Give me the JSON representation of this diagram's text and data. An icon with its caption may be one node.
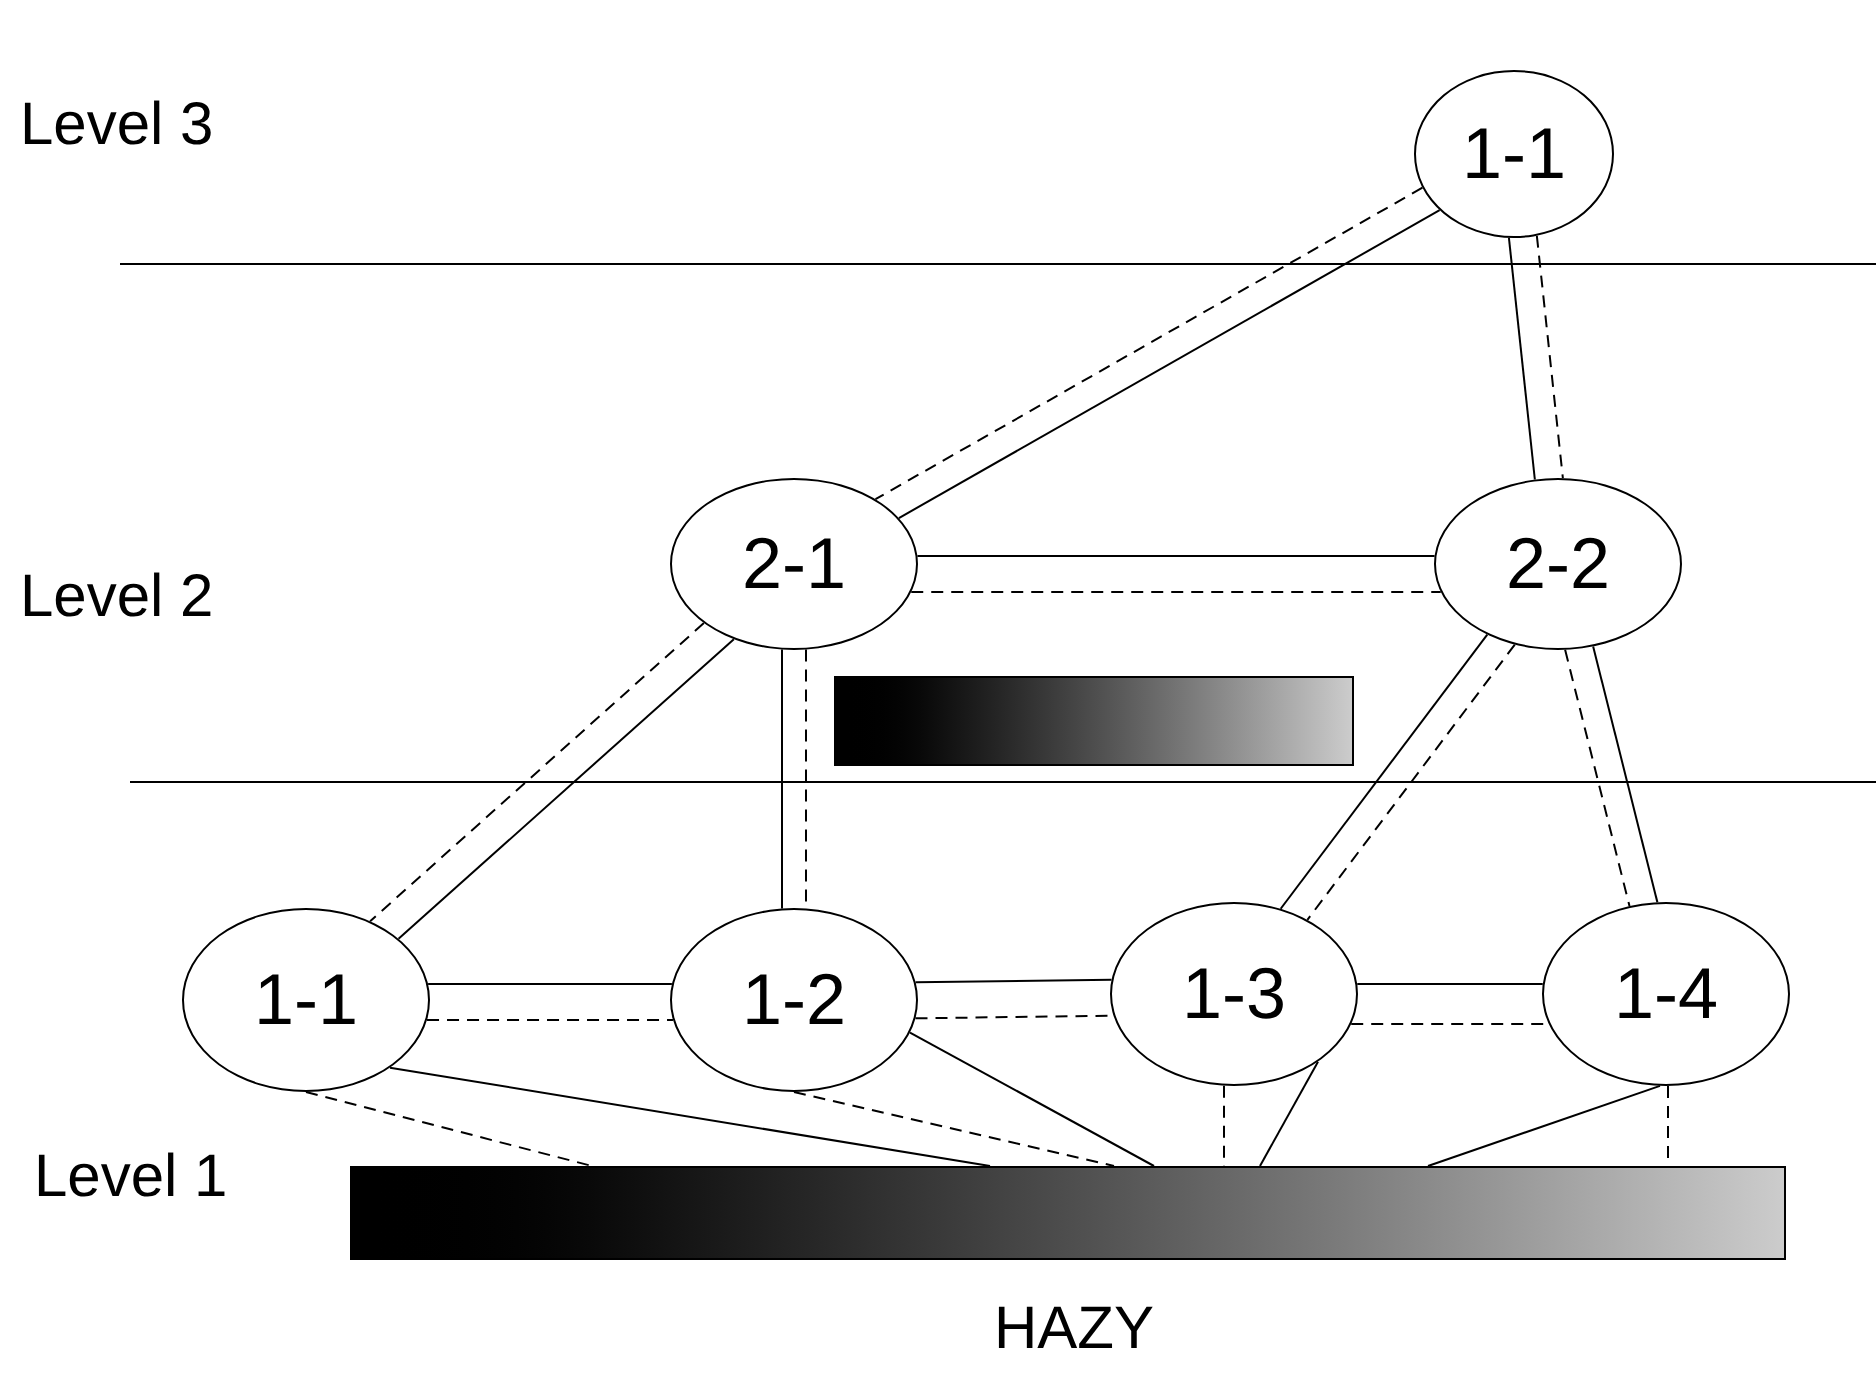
{
  "diagram": {
    "nodes": [
      {
        "text": [
          "1-1"
        ]
      },
      {
        "text": [
          "2-1"
        ]
      },
      {
        "text": [
          "2-2"
        ]
      },
      {
        "text": [
          "1-1"
        ]
      },
      {
        "text": [
          "1-2"
        ]
      },
      {
        "text": [
          "1-3"
        ]
      },
      {
        "text": [
          "1-4"
        ]
      },
      {
        "text": [],
        "shape": "bar",
        "beside": [
          "HAZY"
        ]
      },
      {
        "text": [],
        "shape": "bar"
      }
    ],
    "edges": [
      {
        "from": 0,
        "to": 1,
        "arrow": "none"
      },
      {
        "from": 0,
        "to": 1,
        "arrow": "none",
        "style": "dashed"
      },
      {
        "from": 0,
        "to": 2,
        "arrow": "none"
      },
      {
        "from": 0,
        "to": 2,
        "arrow": "none",
        "style": "dashed"
      },
      {
        "from": 1,
        "to": 2,
        "arrow": "none"
      },
      {
        "from": 1,
        "to": 2,
        "arrow": "none",
        "style": "dashed"
      },
      {
        "from": 1,
        "to": 3,
        "arrow": "none"
      },
      {
        "from": 1,
        "to": 3,
        "arrow": "none",
        "style": "dashed"
      },
      {
        "from": 1,
        "to": 4,
        "arrow": "none"
      },
      {
        "from": 1,
        "to": 4,
        "arrow": "none",
        "style": "dashed"
      },
      {
        "from": 2,
        "to": 5,
        "arrow": "none"
      },
      {
        "from": 2,
        "to": 5,
        "arrow": "none",
        "style": "dashed"
      },
      {
        "from": 2,
        "to": 6,
        "arrow": "none"
      },
      {
        "from": 2,
        "to": 6,
        "arrow": "none",
        "style": "dashed"
      },
      {
        "from": 3,
        "to": 4,
        "arrow": "none"
      },
      {
        "from": 3,
        "to": 4,
        "arrow": "none",
        "style": "dashed"
      },
      {
        "from": 4,
        "to": 5,
        "arrow": "none"
      },
      {
        "from": 4,
        "to": 5,
        "arrow": "none",
        "style": "dashed"
      },
      {
        "from": 5,
        "to": 6,
        "arrow": "none"
      },
      {
        "from": 5,
        "to": 6,
        "arrow": "none",
        "style": "dashed"
      },
      {
        "from": 3,
        "to": 7,
        "arrow": "none"
      },
      {
        "from": 3,
        "to": 7,
        "arrow": "none",
        "style": "dashed"
      },
      {
        "from": 4,
        "to": 7,
        "arrow": "none"
      },
      {
        "from": 4,
        "to": 7,
        "arrow": "none",
        "style": "dashed"
      },
      {
        "from": 5,
        "to": 7,
        "arrow": "none"
      },
      {
        "from": 5,
        "to": 7,
        "arrow": "none",
        "style": "dashed"
      },
      {
        "from": 6,
        "to": 7,
        "arrow": "none"
      },
      {
        "from": 6,
        "to": 7,
        "arrow": "none",
        "style": "dashed"
      }
    ],
    "labels": [
      "Level 3",
      "Level 2",
      "Level 1"
    ]
  }
}
